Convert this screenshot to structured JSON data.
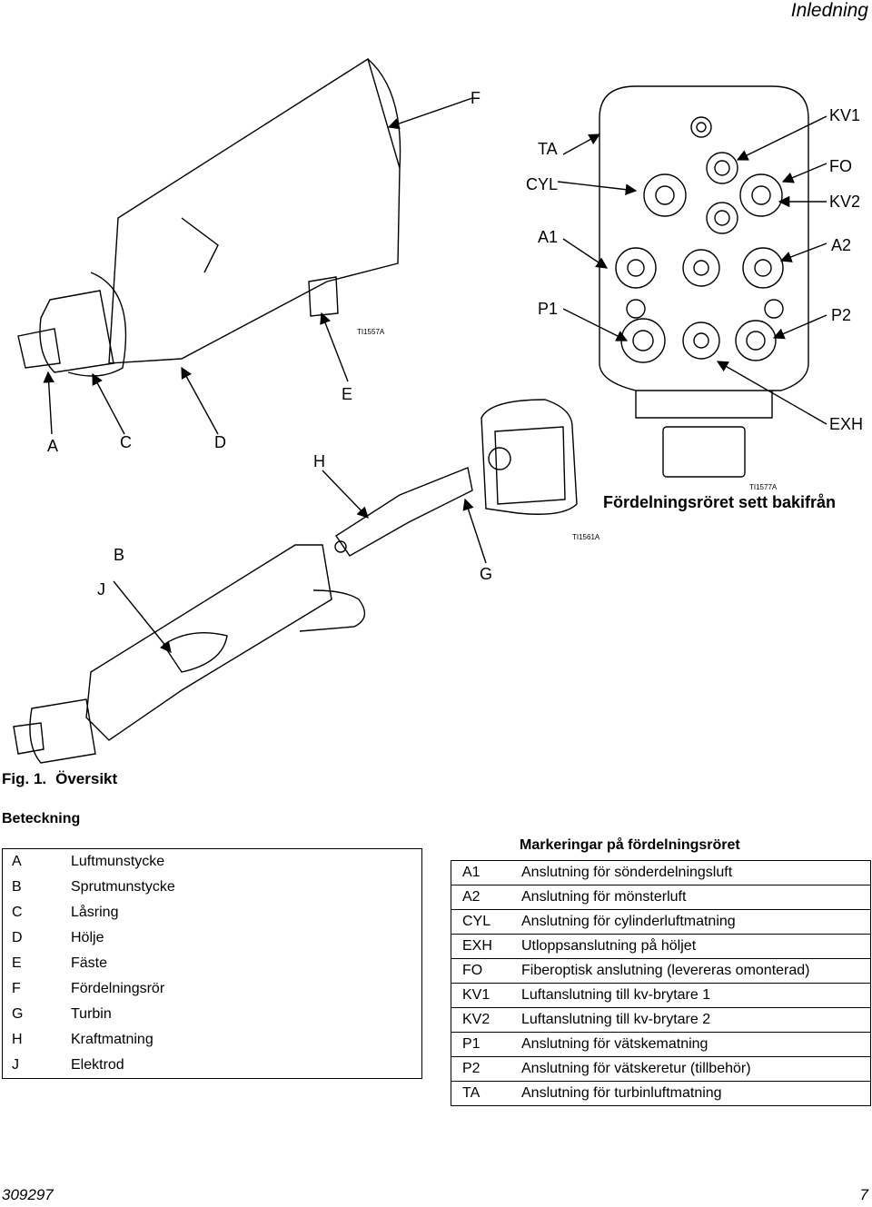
{
  "header": {
    "title": "Inledning"
  },
  "figure": {
    "callouts": {
      "F": "F",
      "TA": "TA",
      "CYL": "CYL",
      "A1": "A1",
      "P1": "P1",
      "KV1": "KV1",
      "FO": "FO",
      "KV2": "KV2",
      "A2": "A2",
      "P2": "P2",
      "E": "E",
      "EXH": "EXH",
      "A": "A",
      "C": "C",
      "D": "D",
      "H": "H",
      "B": "B",
      "J": "J",
      "G": "G"
    },
    "tag_gun": "TI1557A",
    "tag_manifold": "TI1577A",
    "tag_turbine": "TI1561A",
    "manifold_caption": "Fördelningsröret sett bakifrån",
    "fig_number": "Fig. 1.",
    "fig_title": "Översikt"
  },
  "legend": {
    "heading": "Beteckning",
    "rows": [
      {
        "key": "A",
        "label": "Luftmunstycke"
      },
      {
        "key": "B",
        "label": "Sprutmunstycke"
      },
      {
        "key": "C",
        "label": "Låsring"
      },
      {
        "key": "D",
        "label": "Hölje"
      },
      {
        "key": "E",
        "label": "Fäste"
      },
      {
        "key": "F",
        "label": "Fördelningsrör"
      },
      {
        "key": "G",
        "label": "Turbin"
      },
      {
        "key": "H",
        "label": "Kraftmatning"
      },
      {
        "key": "J",
        "label": "Elektrod"
      }
    ]
  },
  "markers": {
    "heading": "Markeringar på fördelningsröret",
    "rows": [
      {
        "key": "A1",
        "label": "Anslutning för sönderdelningsluft"
      },
      {
        "key": "A2",
        "label": "Anslutning för mönsterluft"
      },
      {
        "key": "CYL",
        "label": "Anslutning för cylinderluftmatning"
      },
      {
        "key": "EXH",
        "label": "Utloppsanslutning på höljet"
      },
      {
        "key": "FO",
        "label": "Fiberoptisk anslutning (levereras omonterad)"
      },
      {
        "key": "KV1",
        "label": "Luftanslutning till kv-brytare 1"
      },
      {
        "key": "KV2",
        "label": "Luftanslutning till kv-brytare 2"
      },
      {
        "key": "P1",
        "label": "Anslutning för vätskematning"
      },
      {
        "key": "P2",
        "label": "Anslutning för vätskeretur (tillbehör)"
      },
      {
        "key": "TA",
        "label": "Anslutning för turbinluftmatning"
      }
    ]
  },
  "footer": {
    "doc_number": "309297",
    "page": "7"
  }
}
